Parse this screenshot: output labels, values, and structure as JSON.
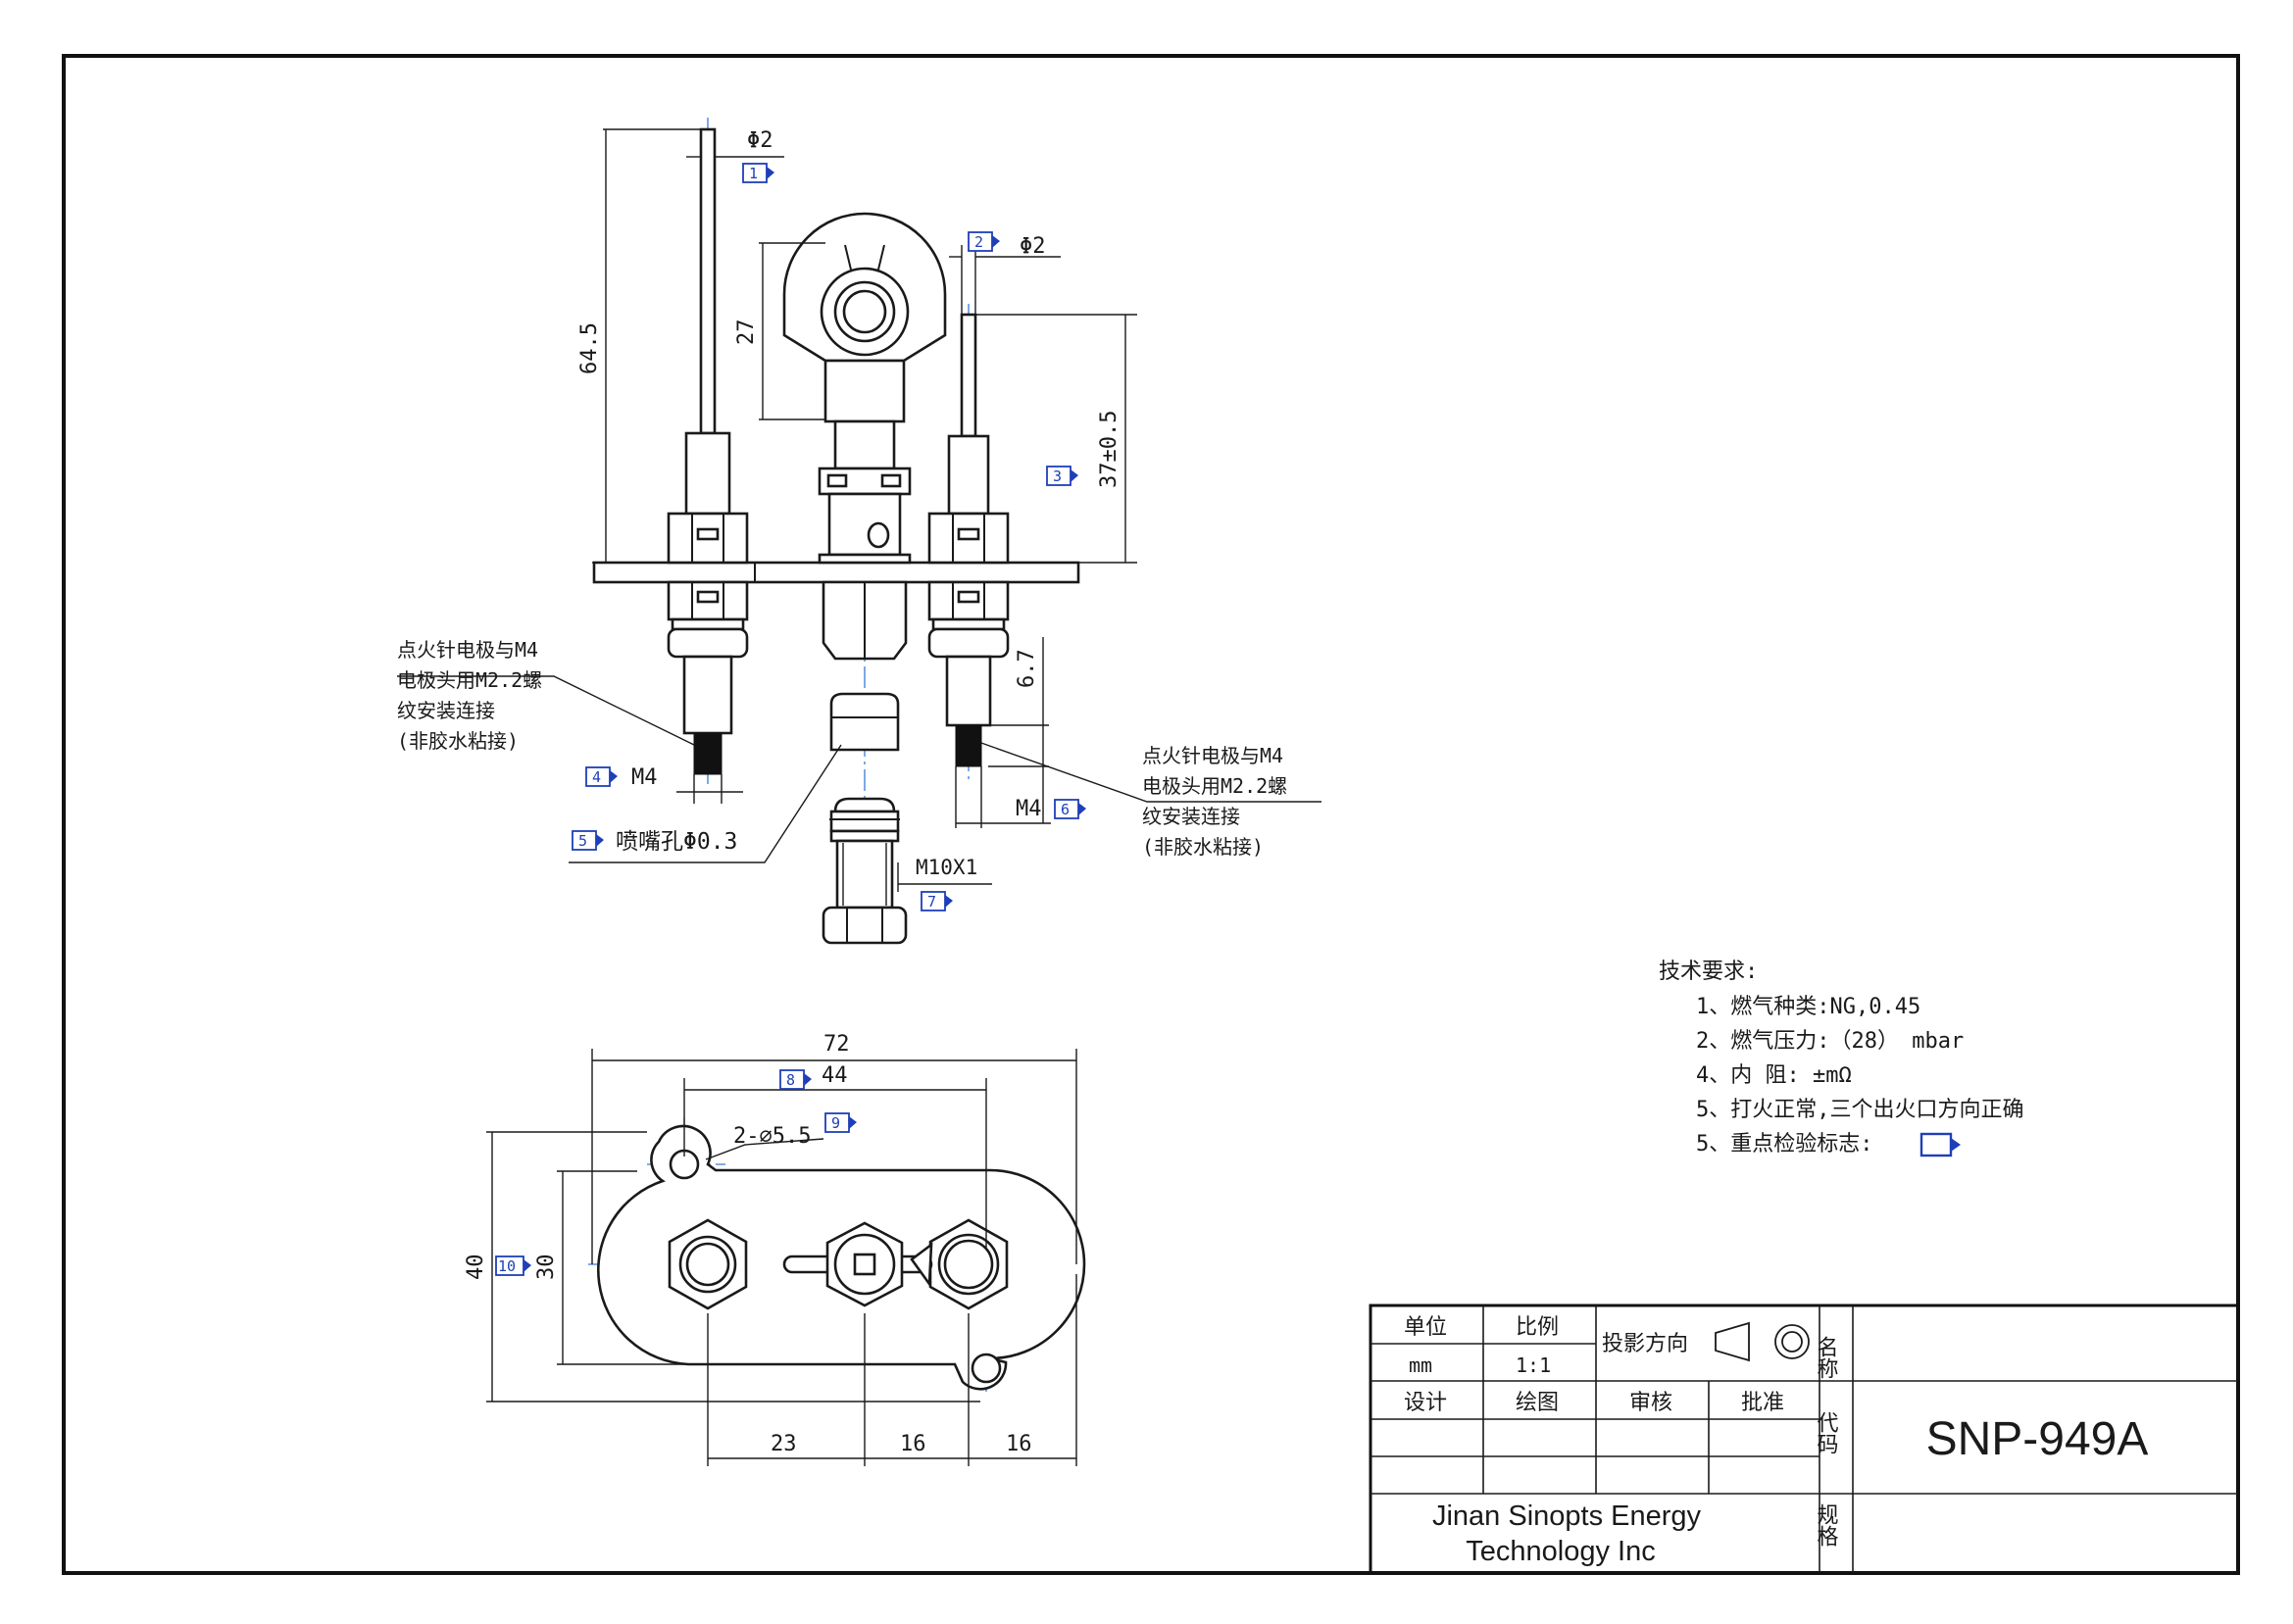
{
  "drawing": {
    "dims": {
      "d_phi2_a": "Φ2",
      "d_phi2_b": "Φ2",
      "d_64_5": "64.5",
      "d_27": "27",
      "d_37": "37±0.5",
      "d_6_7": "6.7",
      "d_m4_left": "M4",
      "d_m4_right": "M4",
      "d_nozzle": "喷嘴孔Φ0.3",
      "d_m10": "M10X1",
      "d_72": "72",
      "d_44": "44",
      "d_hole": "2-⌀5.5",
      "d_40": "40",
      "d_30": "30",
      "d_23": "23",
      "d_16a": "16",
      "d_16b": "16"
    },
    "notes": {
      "left": [
        "点火针电极与M4",
        "电极头用M2.2螺",
        "纹安装连接",
        "(非胶水粘接)"
      ],
      "right": [
        "点火针电极与M4",
        "电极头用M2.2螺",
        "纹安装连接",
        "(非胶水粘接)"
      ]
    },
    "tags": [
      "1",
      "2",
      "3",
      "4",
      "5",
      "6",
      "7",
      "8",
      "9",
      "10"
    ]
  },
  "tech": {
    "heading": "技术要求:",
    "items": [
      "1、燃气种类:NG,0.45",
      "2、燃气压力:（28） mbar",
      "4、内    阻:    ±mΩ",
      "5、打火正常,三个出火口方向正确",
      "5、重点检验标志:"
    ]
  },
  "title_block": {
    "unit_label": "单位",
    "unit_value": "mm",
    "scale_label": "比例",
    "scale_value": "1:1",
    "projection_label": "投影方向",
    "name_label": "名称",
    "design_label": "设计",
    "draw_label": "绘图",
    "review_label": "审核",
    "approve_label": "批准",
    "code_label": "代码",
    "spec_label": "规格",
    "part_number": "SNP-949A",
    "company_line1": "Jinan Sinopts Energy",
    "company_line2": "Technology Inc"
  },
  "colors": {
    "line": "#1a1a1a",
    "center_line": "#3a7bd5",
    "tag_blue": "#1f3fb8"
  }
}
